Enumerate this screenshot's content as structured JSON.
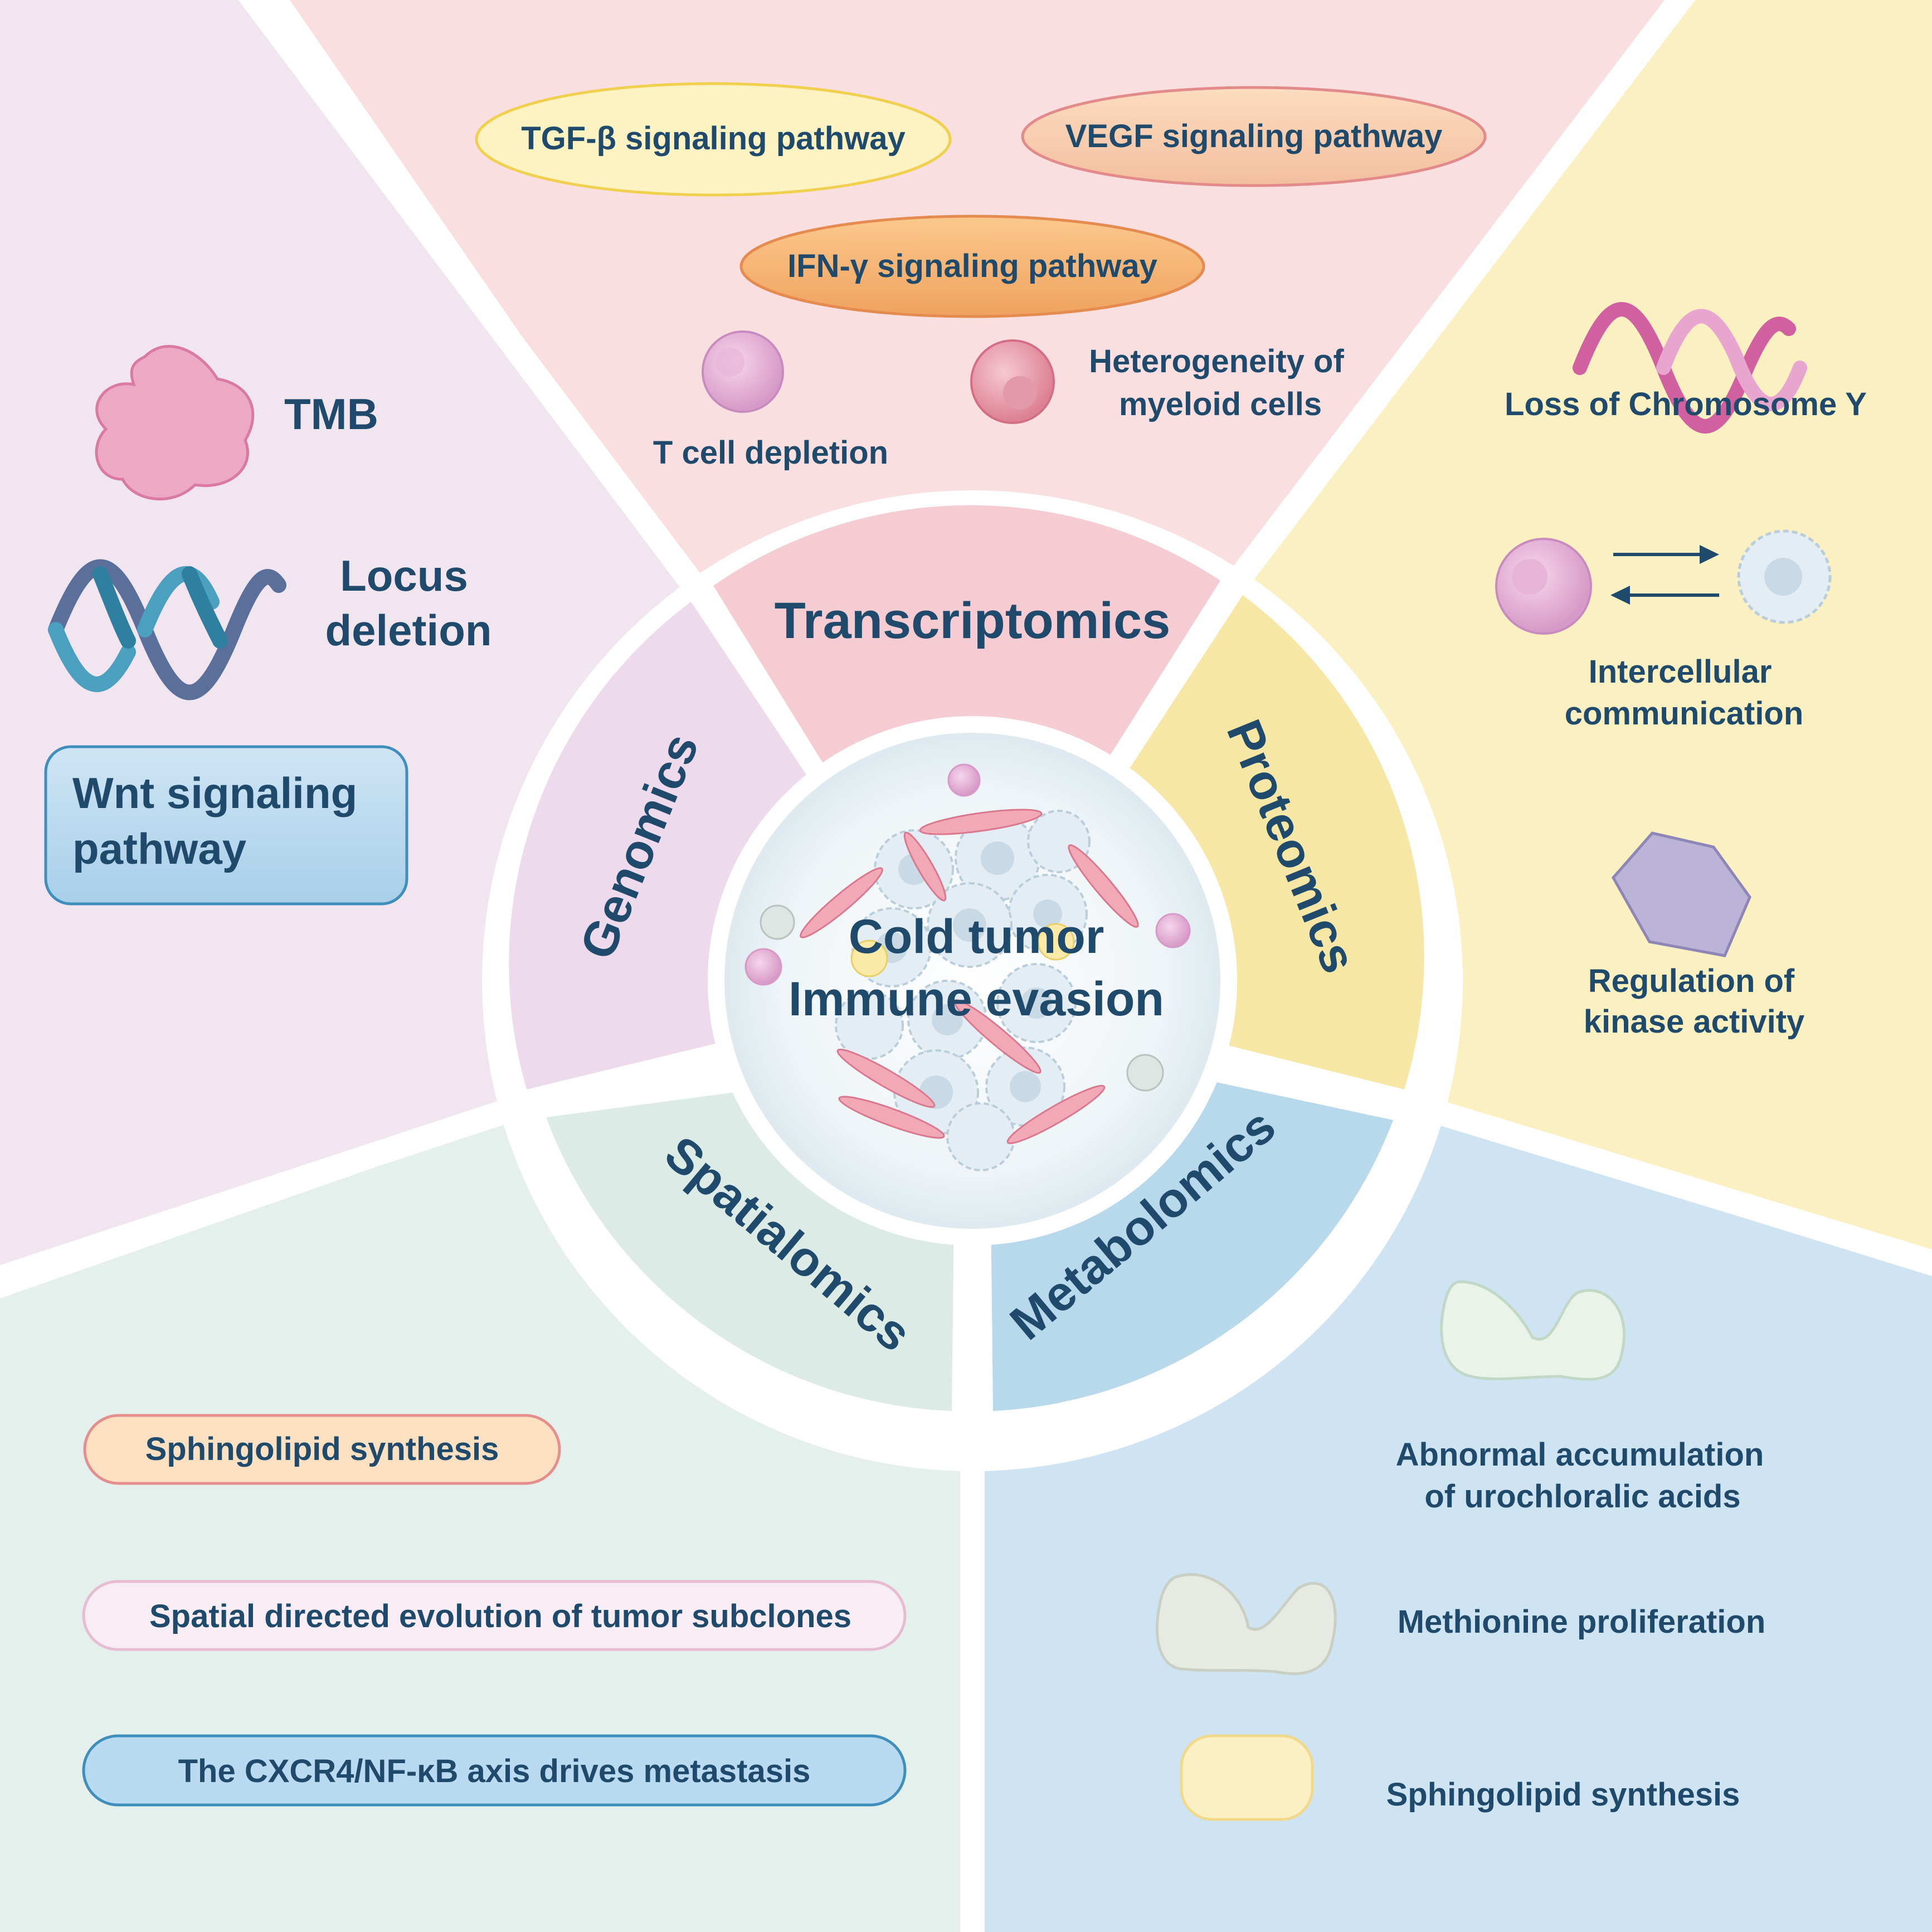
{
  "center": {
    "line1": "Cold tumor",
    "line2": "Immune evasion"
  },
  "ring": {
    "transcriptomics": "Transcriptomics",
    "genomics": "Genomics",
    "proteomics": "Proteomics",
    "spatialomics": "Spatialomics",
    "metabolomics": "Metabolomics"
  },
  "transcriptomics": {
    "tgf": "TGF-β signaling pathway",
    "vegf": "VEGF signaling pathway",
    "ifn": "IFN-γ signaling pathway",
    "tcell": "T cell depletion",
    "myeloid_line1": "Heterogeneity of",
    "myeloid_line2": "myeloid cells"
  },
  "genomics": {
    "tmb": "TMB",
    "locus_line1": "Locus",
    "locus_line2": "deletion",
    "wnt_line1": "Wnt signaling",
    "wnt_line2": "pathway"
  },
  "proteomics": {
    "chrY": "Loss of Chromosome Y",
    "comm_line1": "Intercellular",
    "comm_line2": "communication",
    "kinase_line1": "Regulation of",
    "kinase_line2": "kinase activity"
  },
  "spatialomics": {
    "sphingo": "Sphingolipid synthesis",
    "spatial": "Spatial directed evolution of tumor subclones",
    "cxcr4": "The CXCR4/NF-κB axis drives metastasis"
  },
  "metabolomics": {
    "uro_line1": "Abnormal accumulation",
    "uro_line2": "of urochloralic  acids",
    "methionine": "Methionine proliferation",
    "sphingo": "Sphingolipid synthesis"
  },
  "colors": {
    "transcriptomics_bg": "#fadfe1",
    "genomics_bg": "#f1e5ef",
    "proteomics_bg": "#faf0c2",
    "metabolomics_bg": "#cfe4f3",
    "spatialomics_bg": "#e5f0ec",
    "text": "#1f4a6b"
  }
}
